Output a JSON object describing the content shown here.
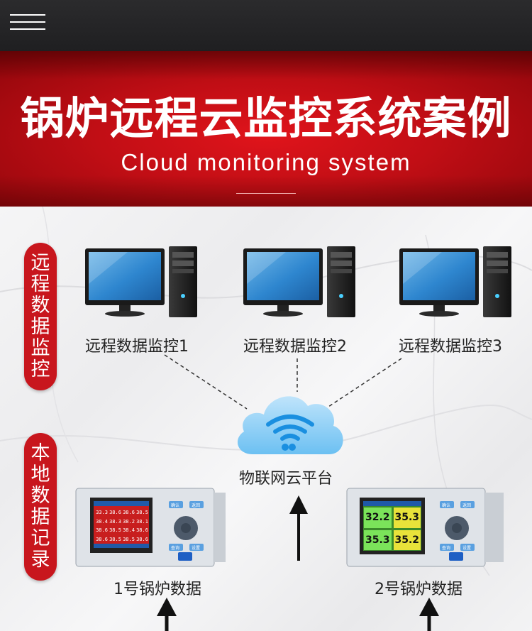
{
  "banner": {
    "title": "锅炉远程云监控系统案例",
    "subtitle": "Cloud monitoring system"
  },
  "sections": {
    "remote_pill": [
      "远",
      "程",
      "数",
      "据",
      "监",
      "控"
    ],
    "local_pill": [
      "本",
      "地",
      "数",
      "据",
      "记",
      "录"
    ]
  },
  "computers": [
    {
      "label": "远程数据监控1"
    },
    {
      "label": "远程数据监控2"
    },
    {
      "label": "远程数据监控3"
    }
  ],
  "cloud": {
    "label": "物联网云平台"
  },
  "devices": [
    {
      "label": "1号锅炉数据",
      "screen_values": [
        "33.3",
        "38.6",
        "38.6",
        "38.5",
        "38.4",
        "38.3",
        "38.2",
        "38.1",
        "38.6",
        "38.5",
        "38.4",
        "38.6",
        "38.6",
        "38.5",
        "38.5",
        "38.6"
      ],
      "buttons": [
        "确认",
        "返回",
        "查询",
        "设置"
      ]
    },
    {
      "label": "2号锅炉数据",
      "screen_values": [
        "32.2",
        "35.3",
        "35.3",
        "35.2"
      ],
      "buttons": [
        "确认",
        "返回",
        "查询",
        "设置"
      ]
    }
  ],
  "colors": {
    "accent_red": "#c8161d",
    "topbar": "#252527"
  }
}
